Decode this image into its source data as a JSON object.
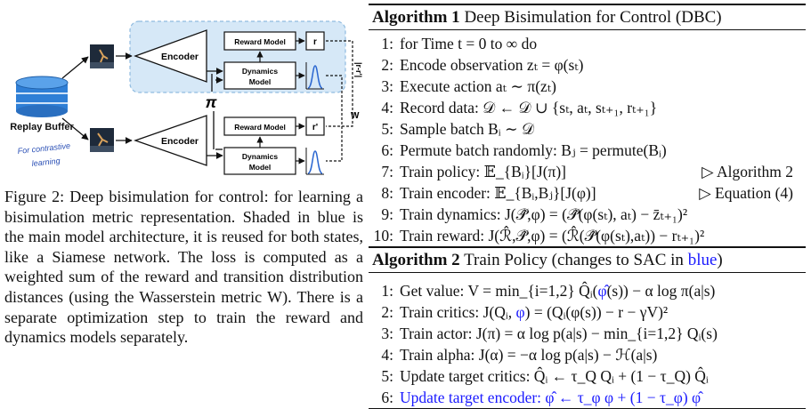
{
  "figure": {
    "encoder_label": "Encoder",
    "reward_model_label": "Reward Model",
    "dynamics_model_line1": "Dynamics",
    "dynamics_model_line2": "Model",
    "r_label": "r",
    "r_prime_label": "r'",
    "pi_label": "π",
    "diff_label": "|r-r'|",
    "w_label": "W",
    "replay_buffer_label": "Replay Buffer",
    "handwritten_note_line1": "For contrastive",
    "handwritten_note_line2": "learning",
    "colors": {
      "shade": "#d6e8f7",
      "shade_border": "#8fbbe0",
      "buffer": "#2f7fd6",
      "curve": "#2a66d0",
      "handwriting": "#2a4fb5"
    }
  },
  "caption": "Figure 2: Deep bisimulation for control: for learning a bisimulation metric representation. Shaded in blue is the main model architecture, it is reused for both states, like a Siamese network. The loss is computed as a weighted sum of the reward and transition distribution distances (using the Wasserstein metric W). There is a separate optimization step to train the reward and dynamics models separately.",
  "algo1": {
    "label": "Algorithm 1",
    "title": "Deep Bisimulation for Control (DBC)",
    "lines": [
      {
        "num": "1:",
        "text": "for Time t = 0 to ∞ do",
        "comment": ""
      },
      {
        "num": "2:",
        "text": "Encode observation zₜ = φ(sₜ)",
        "comment": ""
      },
      {
        "num": "3:",
        "text": "Execute action aₜ ∼ π(zₜ)",
        "comment": ""
      },
      {
        "num": "4:",
        "text": "Record data: 𝒟 ← 𝒟 ∪ {sₜ, aₜ, sₜ₊₁, rₜ₊₁}",
        "comment": ""
      },
      {
        "num": "5:",
        "text": "Sample batch Bᵢ ∼ 𝒟",
        "comment": ""
      },
      {
        "num": "6:",
        "text": "Permute batch randomly: Bⱼ = permute(Bᵢ)",
        "comment": ""
      },
      {
        "num": "7:",
        "text": "Train policy: 𝔼_{Bᵢ}[J(π)]",
        "comment": "▷ Algorithm 2"
      },
      {
        "num": "8:",
        "text": "Train encoder: 𝔼_{Bᵢ,Bⱼ}[J(φ)]",
        "comment": "▷ Equation (4)"
      },
      {
        "num": "9:",
        "text": "Train dynamics: J(𝒫̂,φ) = (𝒫̂(φ(sₜ), aₜ) − z̄ₜ₊₁)²",
        "comment": ""
      },
      {
        "num": "10:",
        "text": "Train reward: J(ℛ̂,𝒫̂,φ) = (ℛ̂(𝒫̂(φ(sₜ),aₜ)) − rₜ₊₁)²",
        "comment": ""
      }
    ]
  },
  "algo2": {
    "label": "Algorithm 2",
    "title_main": "Train Policy (changes to SAC in",
    "title_blue": "blue",
    "title_end": ")",
    "lines": [
      {
        "num": "1:",
        "pre": "Get value: V = min_{i=1,2} Q̂ᵢ(",
        "blue": "φ̂",
        "post": "(s)) − α log π(a|s)",
        "all_blue": false
      },
      {
        "num": "2:",
        "pre": "Train critics: J(Qᵢ, ",
        "blue": "φ",
        "post": ") = (Qᵢ(φ(s)) − r − γV)²",
        "all_blue": false
      },
      {
        "num": "3:",
        "pre": "Train actor: J(π) = α log p(a|s) − min_{i=1,2} Qᵢ(s)",
        "blue": "",
        "post": "",
        "all_blue": false
      },
      {
        "num": "4:",
        "pre": "Train alpha: J(α) = −α log p(a|s) − ℋ(a|s)",
        "blue": "",
        "post": "",
        "all_blue": false
      },
      {
        "num": "5:",
        "pre": "Update target critics: Q̂ᵢ ← τ_Q Qᵢ + (1 − τ_Q) Q̂ᵢ",
        "blue": "",
        "post": "",
        "all_blue": false
      },
      {
        "num": "6:",
        "pre": "",
        "blue": "Update target encoder: φ̂ ← τ_φ φ + (1 − τ_φ) φ̂",
        "post": "",
        "all_blue": true
      }
    ]
  }
}
